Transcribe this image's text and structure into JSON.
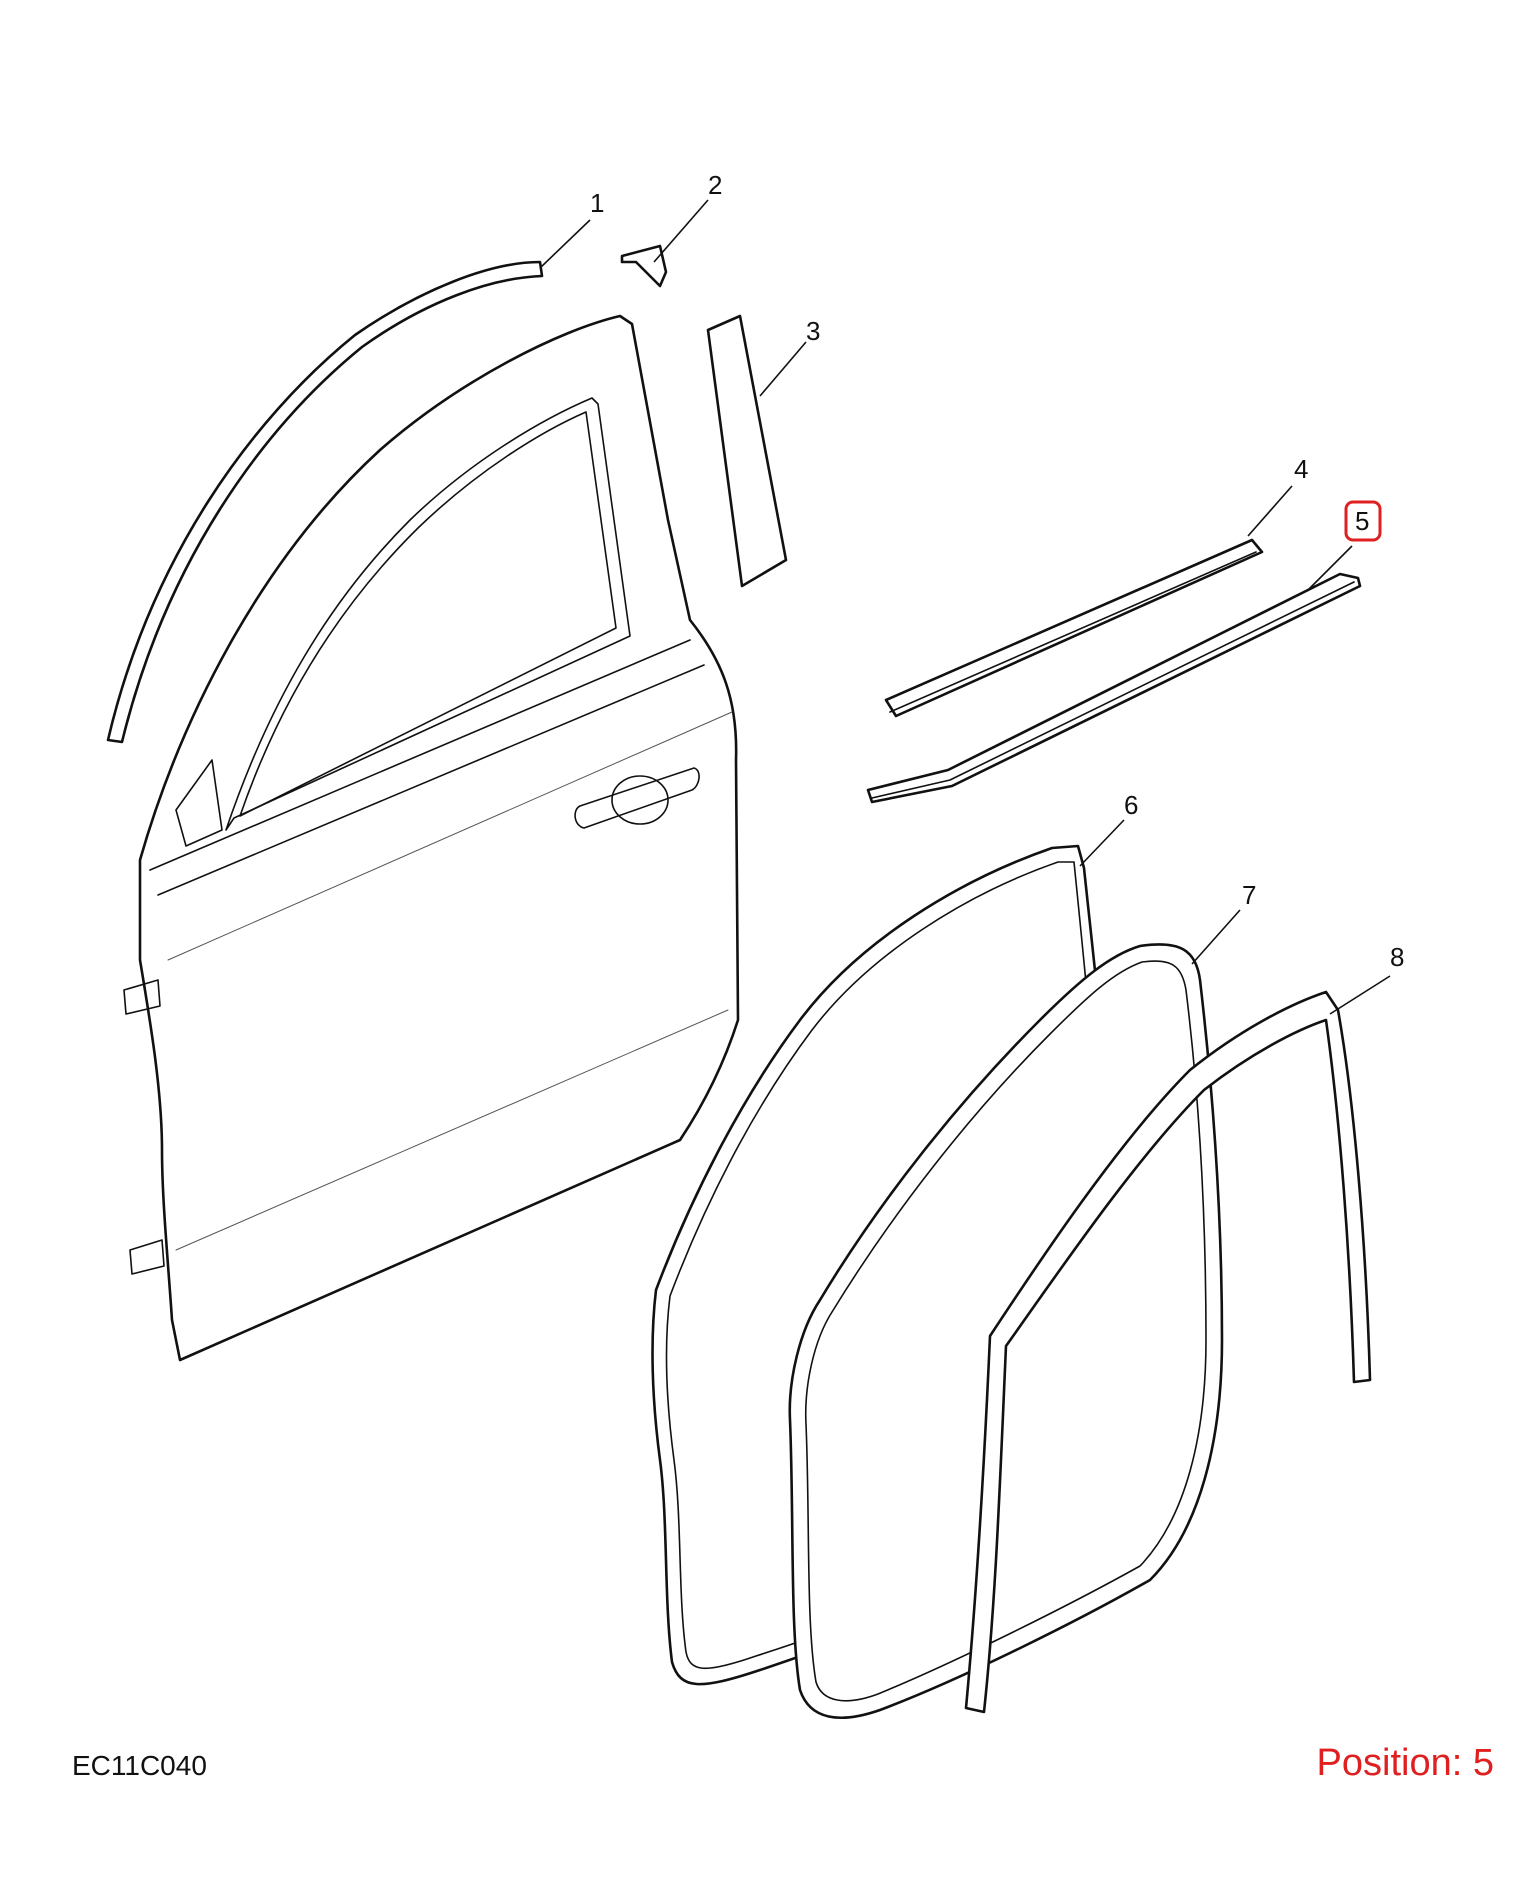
{
  "diagram_code": "EC11C040",
  "position_label": "Position: 5",
  "highlight_color": "#e02020",
  "selected_callout": "5",
  "callouts": [
    {
      "id": "1",
      "label": "1"
    },
    {
      "id": "2",
      "label": "2"
    },
    {
      "id": "3",
      "label": "3"
    },
    {
      "id": "4",
      "label": "4"
    },
    {
      "id": "5",
      "label": "5"
    },
    {
      "id": "6",
      "label": "6"
    },
    {
      "id": "7",
      "label": "7"
    },
    {
      "id": "8",
      "label": "8"
    }
  ]
}
